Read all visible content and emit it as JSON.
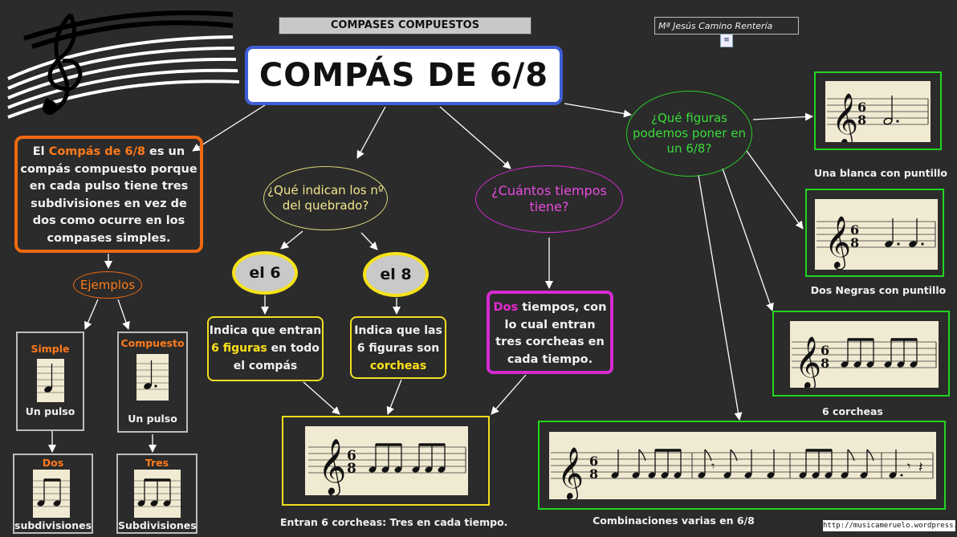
{
  "header": {
    "topic": "COMPASES COMPUESTOS",
    "author": "Mª Jesús Camino Rentería",
    "author_icon": "document-icon"
  },
  "title": "COMPÁS DE 6/8",
  "definition": {
    "p1": "El ",
    "highlight": "Compás de 6/8",
    "p2": " es un compás compuesto porque en cada pulso tiene tres subdivisiones en vez de dos como ocurre en los compases simples."
  },
  "ejemplos": "Ejemplos",
  "simple": {
    "label": "Simple",
    "caption": "Un pulso",
    "sub_label": "Dos",
    "sub_caption": "subdivisiones"
  },
  "compuesto": {
    "label": "Compuesto",
    "caption": "Un pulso",
    "sub_label": "Tres",
    "sub_caption": "Subdivisiones"
  },
  "question_quebrado": "¿Qué indican los nº del quebrado?",
  "bubble_6": "el 6",
  "bubble_8": "el 8",
  "box_6": {
    "p1": "Indica que entran ",
    "highlight": "6 figuras",
    "p2": " en todo el compás"
  },
  "box_8": {
    "p1": "Indica que las 6 figuras son ",
    "highlight": "corcheas"
  },
  "question_tiempos": "¿Cuántos tiempos tiene?",
  "box_tiempos": {
    "highlight": "Dos",
    "p2": " tiempos, con lo cual entran tres corcheas en cada tiempo."
  },
  "caption_corcheas_tiempo": "Entran 6 corcheas: Tres en cada tiempo.",
  "question_figuras": "¿Qué figuras podemos poner en un 6/8?",
  "examples": {
    "blanca": "Una blanca con puntillo",
    "negras": "Dos Negras con puntillo",
    "corcheas": "6 corcheas",
    "combinaciones": "Combinaciones varias en 6/8"
  },
  "time_signature": {
    "top": "6",
    "bottom": "8"
  },
  "website": "http://musicameruelo.wordpress.com",
  "colors": {
    "background": "#2b2b2b",
    "orange": "#ef6a12",
    "yellow": "#f1de20",
    "magenta": "#d52bd0",
    "green": "#21d521",
    "blue": "#3f5fd8"
  }
}
